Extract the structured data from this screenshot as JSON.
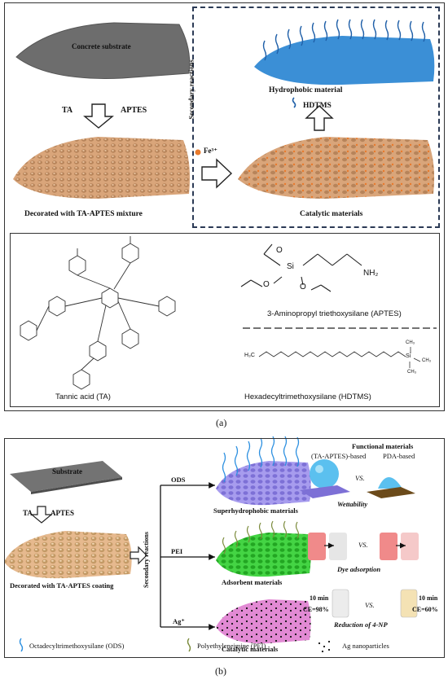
{
  "panel_a": {
    "concrete_label": "Concrete substrate",
    "ta_label": "TA",
    "aptes_label": "APTES",
    "decorated_label": "Decorated with TA-APTES mixture",
    "secondary_reactions": "Secondary reactions",
    "hydrophobic_label": "Hydrophobic material",
    "hdtms_label": "HDTMS",
    "fe_label": "Fe³⁺",
    "catalytic_label": "Catalytic materials",
    "tannic_label": "Tannic acid (TA)",
    "aptes_full": "3-Aminopropyl triethoxysilane (APTES)",
    "hdtms_full": "Hexadecyltrimethoxysilane (HDTMS)",
    "chem_si": "Si",
    "chem_o": "O",
    "chem_nh2": "NH₂",
    "chem_h3c": "H₃C",
    "chem_ch3": "CH₃",
    "caption": "(a)"
  },
  "panel_b": {
    "substrate_label": "Substrate",
    "ta_label": "TA",
    "aptes_label": "APTES",
    "decorated_label": "Decorated with TA-APTES coating",
    "secondary_reactions": "Secondary reactions",
    "ods_label": "ODS",
    "pei_label": "PEI",
    "ag_label": "Ag⁺",
    "superhydrophobic_label": "Superhydrophobic materials",
    "adsorbent_label": "Adsorbent materials",
    "catalytic_label": "Catalytic materials",
    "functional_title": "Functional materials",
    "ta_aptes_based": "(TA-APTES)-based",
    "pda_based": "PDA-based",
    "vs": "VS.",
    "wettability": "Wettability",
    "dye_adsorption": "Dye adsorption",
    "time_left": "10 min",
    "ce_left": "CE=98%",
    "time_right": "10 min",
    "ce_right": "CE=60%",
    "reduction": "Reduction of 4-NP",
    "legend_ods": "Octadecyltrimethoxysilane (ODS)",
    "legend_pei": "Polyethyleneimine (PEI)",
    "legend_ag": "Ag nanoparticles",
    "caption": "(b)"
  },
  "colors": {
    "concrete": "#6d6d6d",
    "tan": "#d9a57a",
    "blue": "#3b8fd6",
    "green": "#33c233",
    "purple": "#9b8ee8",
    "pink": "#e28ad4",
    "orange": "#e87a2c",
    "dashed_frame": "#2b3a55"
  }
}
